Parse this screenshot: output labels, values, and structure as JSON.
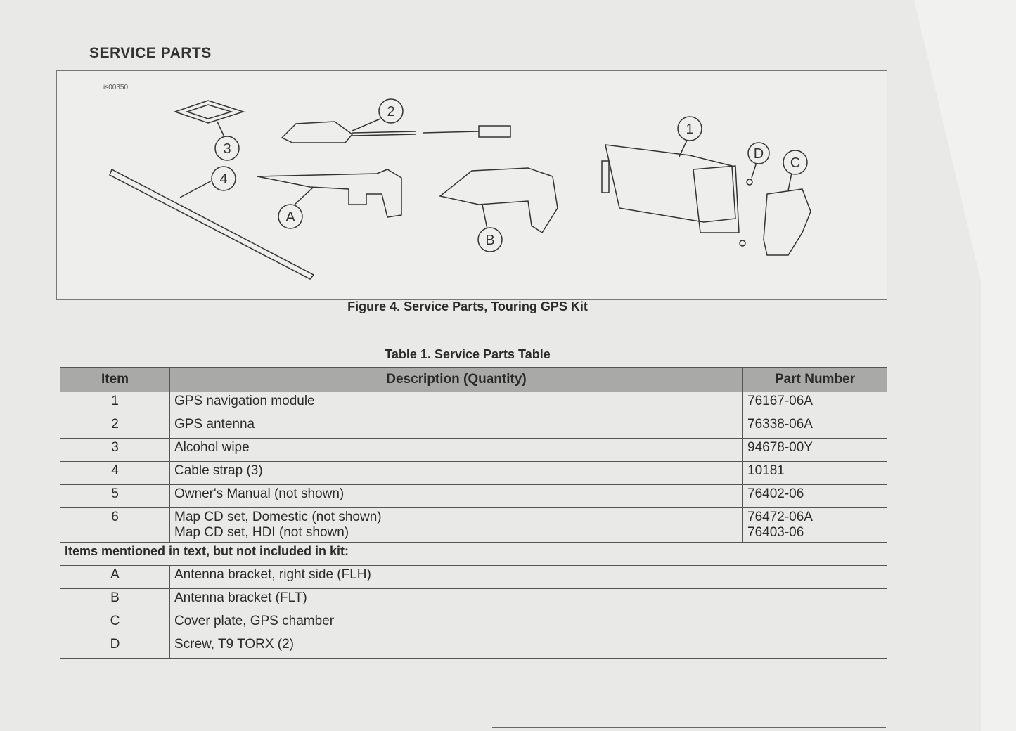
{
  "section_title": "SERVICE PARTS",
  "figure": {
    "id": "is00350",
    "callouts": [
      "1",
      "2",
      "3",
      "4",
      "A",
      "B",
      "C",
      "D"
    ],
    "caption": "Figure 4. Service Parts, Touring GPS Kit"
  },
  "table": {
    "title": "Table 1. Service Parts Table",
    "headers": [
      "Item",
      "Description (Quantity)",
      "Part Number"
    ],
    "rows": [
      {
        "item": "1",
        "desc": "GPS navigation module",
        "pn": "76167-06A"
      },
      {
        "item": "2",
        "desc": "GPS antenna",
        "pn": "76338-06A"
      },
      {
        "item": "3",
        "desc": "Alcohol wipe",
        "pn": "94678-00Y"
      },
      {
        "item": "4",
        "desc": "Cable strap (3)",
        "pn": "10181"
      },
      {
        "item": "5",
        "desc": "Owner's Manual (not shown)",
        "pn": "76402-06"
      },
      {
        "item": "6",
        "desc": "Map CD set, Domestic (not shown)",
        "desc2": "Map CD set, HDI (not shown)",
        "pn": "76472-06A",
        "pn2": "76403-06"
      }
    ],
    "note": "Items mentioned in text, but not included in kit:",
    "extra_rows": [
      {
        "item": "A",
        "desc": "Antenna bracket, right side (FLH)"
      },
      {
        "item": "B",
        "desc": "Antenna bracket (FLT)"
      },
      {
        "item": "C",
        "desc": "Cover plate, GPS chamber"
      },
      {
        "item": "D",
        "desc": "Screw, T9 TORX (2)"
      }
    ]
  }
}
